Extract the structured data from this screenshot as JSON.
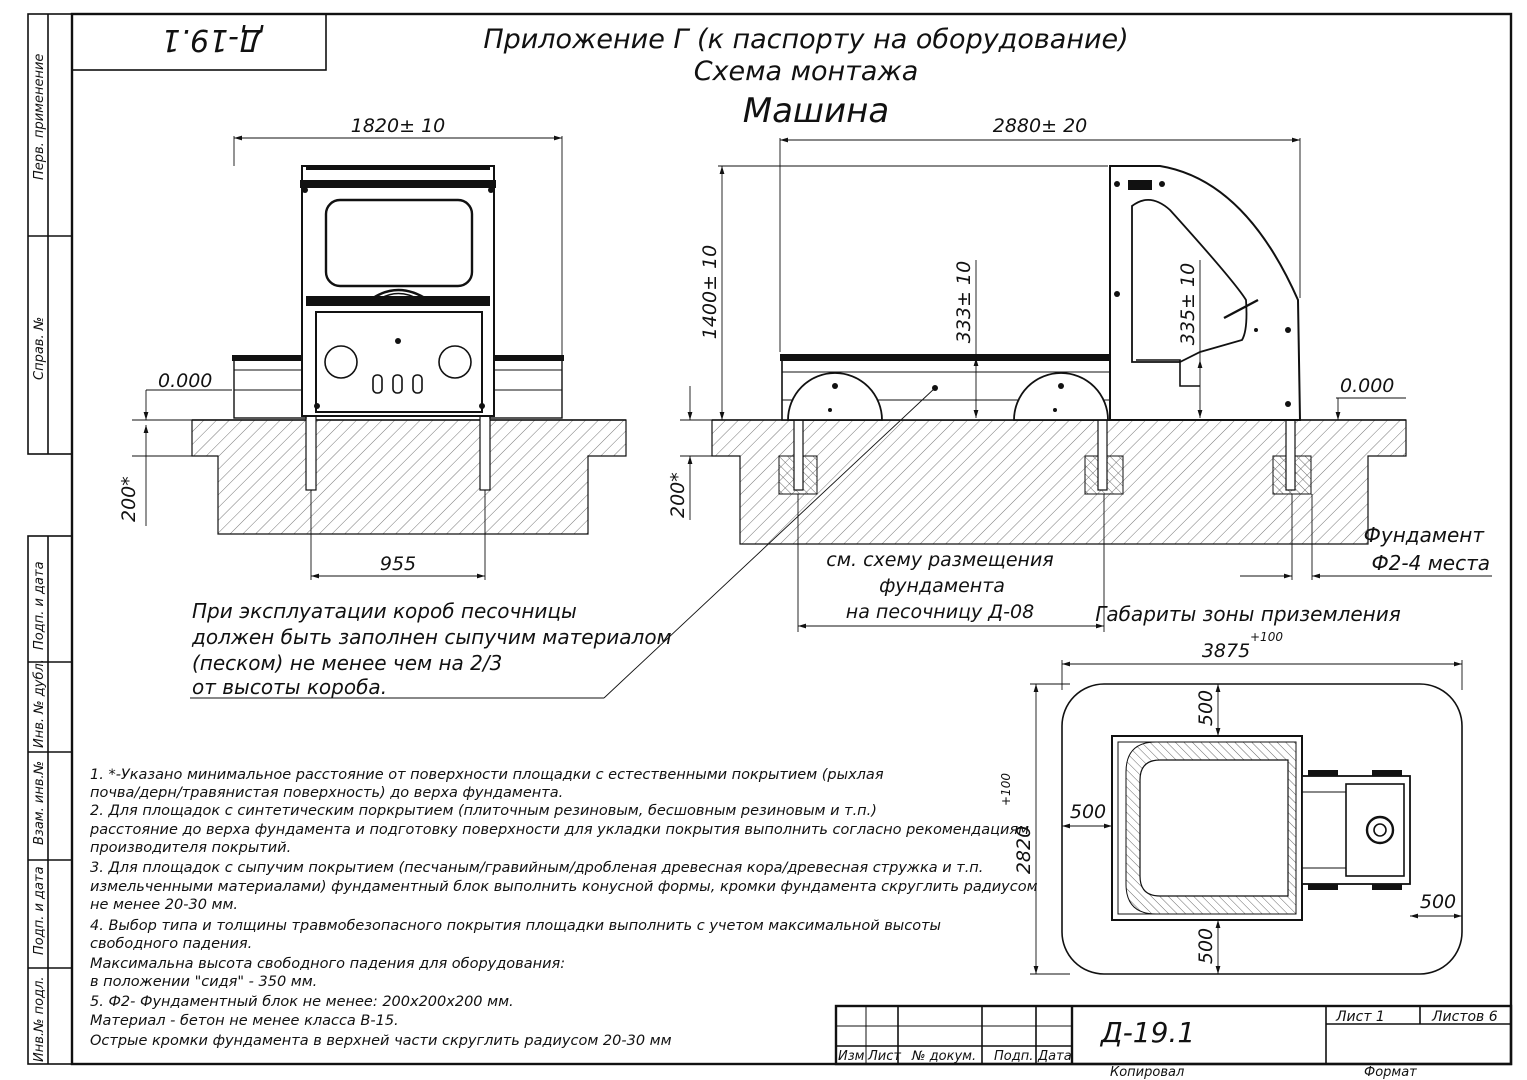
{
  "sheet": {
    "corner_code": "Д-19.1",
    "title_line1": "Приложение Г (к паспорту на оборудование)",
    "title_line2": "Схема монтажа",
    "title_line3": "Машина"
  },
  "left_margin": {
    "label_1": "Перв. применение",
    "label_2": "Справ. №",
    "label_3": "Подп. и дата",
    "label_4": "Инв. № дубл.",
    "label_5": "Взам. инв.№",
    "label_6": "Подп. и дата",
    "label_7": "Инв.№ подл."
  },
  "front_view": {
    "width_dim": "1820± 10",
    "level_mark": "0.000",
    "depth_dim": "200*",
    "posts_dim": "955"
  },
  "side_view": {
    "length_dim": "2880± 20",
    "height_dim": "1400± 10",
    "box_height_dim": "333± 10",
    "seat_height_dim": "335± 10",
    "level_mark": "0.000",
    "depth_dim": "200*",
    "foundation_line1": "Фундамент",
    "foundation_line2": "Ф2-4 места",
    "scheme_ref_line1": "см. схему размещения",
    "scheme_ref_line2": "фундамента",
    "scheme_ref_line3": "на песочницу Д-08"
  },
  "sand_note": {
    "line1": "При эксплуатации короб песочницы",
    "line2": "должен быть заполнен сыпучим материалом",
    "line3": "(песком) не менее чем на 2/3",
    "line4": "от высоты короба."
  },
  "landing_zone": {
    "title": "Габариты зоны приземления",
    "length_dim": "3875",
    "length_tol": "+100",
    "width_dim": "2820",
    "width_tol": "+100",
    "margin_top": "500",
    "margin_left": "500",
    "margin_right": "500",
    "margin_bottom": "500"
  },
  "notes": [
    "1. *-Указано минимальное расстояние от поверхности площадки с естественными покрытием (рыхлая",
    "почва/дерн/травянистая поверхность) до верха фундамента.",
    "2. Для площадок с синтетическим поркрытием (плиточным резиновым, бесшовным резиновым и т.п.)",
    "расстояние до верха фундамента и подготовку поверхности для укладки покрытия выполнить согласно рекомендациям",
    "производителя покрытий.",
    "3. Для площадок с сыпучим покрытием (песчаным/гравийным/дробленая древесная кора/древесная стружка и т.п.",
    "измельченными материалами) фундаментный блок выполнить конусной формы, кромки фундамента скруглить радиусом",
    "не менее 20-30 мм.",
    "4. Выбор типа и толщины травмобезопасного покрытия площадки выполнить с учетом максимальной высоты",
    "свободного падения.",
    "Максимальна высота свободного падения для оборудования:",
    " в положении \"сидя\" - 350 мм.",
    "5. Ф2- Фундаментный блок не менее: 200х200х200 мм.",
    "Материал - бетон не менее класса В-15.",
    "Острые кромки фундамента в верхней части скруглить радиусом 20-30 мм"
  ],
  "title_block": {
    "col_izm": "Изм",
    "col_list": "Лист",
    "col_doc": "№ докум.",
    "col_sign": "Подп.",
    "col_date": "Дата",
    "code": "Д-19.1",
    "sheet_label": "Лист 1",
    "sheets_label": "Листов 6",
    "copied": "Копировал",
    "format": "Формат"
  }
}
